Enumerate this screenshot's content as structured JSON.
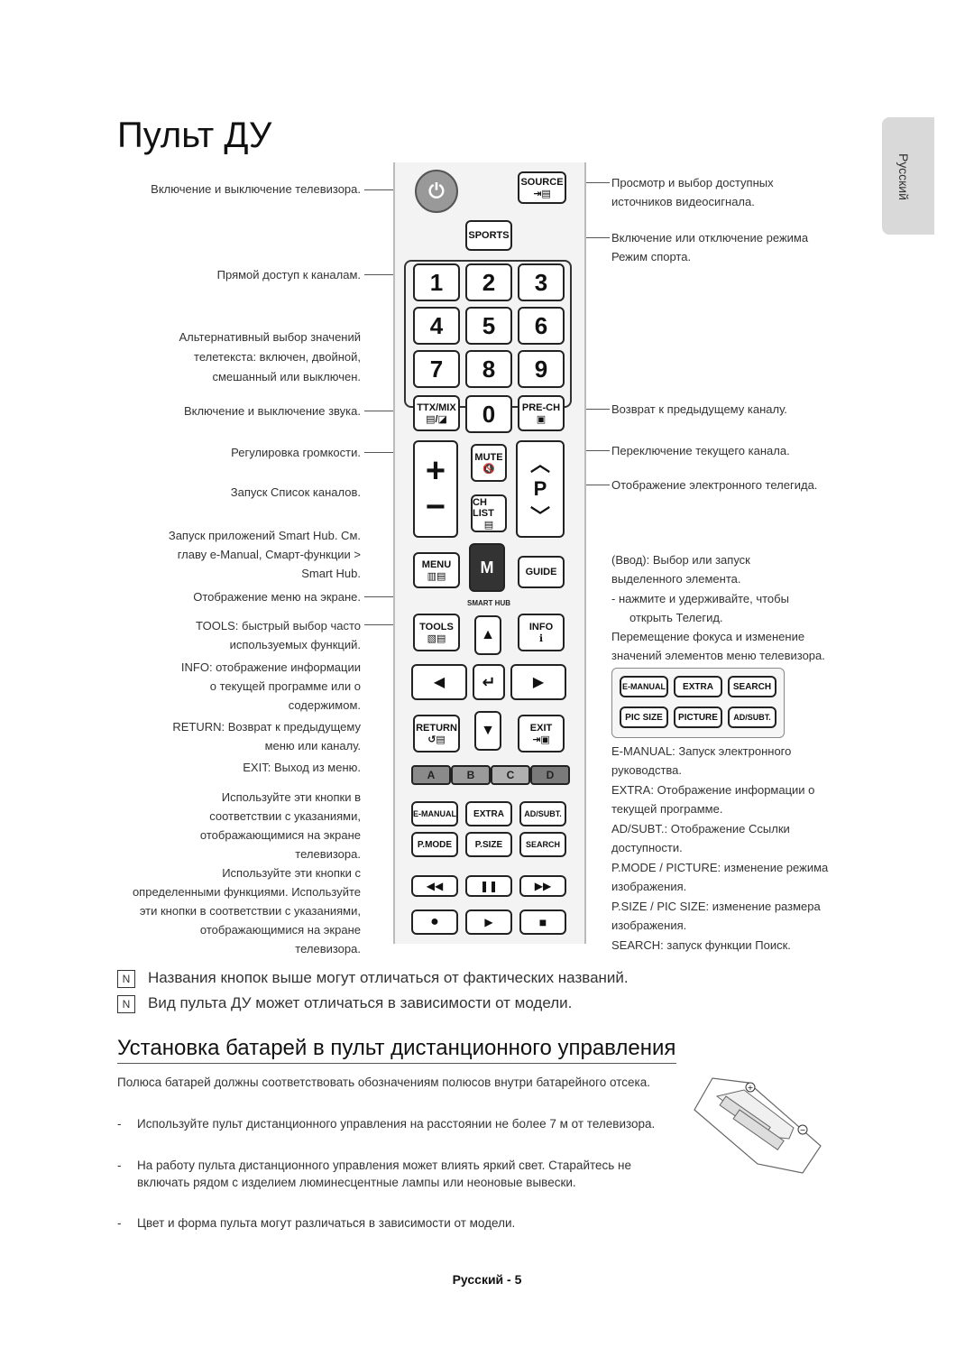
{
  "page_title": "Пульт ДУ",
  "side_tab": "Русский",
  "left_labels": [
    "Включение и выключение телевизора.",
    "Прямой доступ к каналам.",
    "Альтернативный выбор значений",
    "телетекста: включен, двойной,",
    "смешанный или выключен.",
    "Включение и выключение звука.",
    "Регулировка громкости.",
    "Запуск Список каналов.",
    "Запуск приложений Smart Hub. См.",
    "главу e-Manual, Смарт-функции >",
    "Smart Hub.",
    "Отображение меню на экране.",
    "TOOLS: быстрый выбор часто",
    "используемых функций.",
    "INFO: отображение информации",
    "о текущей программе или о",
    "содержимом.",
    "RETURN: Возврат к предыдущему",
    "меню или каналу.",
    "EXIT: Выход из меню.",
    "Используйте эти кнопки в",
    "соответствии с указаниями,",
    "отображающимися на экране",
    "телевизора.",
    "Используйте эти кнопки с",
    "определенными функциями. Используйте",
    "эти кнопки в соответствии с указаниями,",
    "отображающимися на экране",
    "телевизора."
  ],
  "right_labels": [
    "Просмотр и выбор доступных",
    "источников видеосигнала.",
    "Включение или отключение режима",
    "Режим спорта.",
    "Возврат к предыдущему каналу.",
    "Переключение текущего канала.",
    "Отображение электронного телегида.",
    "(Ввод): Выбор или запуск",
    "выделенного элемента.",
    "- нажмите и удерживайте, чтобы",
    "открыть Телегид.",
    "Перемещение фокуса и изменение",
    "значений элементов меню телевизора.",
    "E-MANUAL: Запуск электронного",
    "руководства.",
    "EXTRA: Отображение информации о",
    "текущей программе.",
    "AD/SUBT.: Отображение Ссылки",
    "доступности.",
    "P.MODE / PICTURE: изменение режима",
    "изображения.",
    "P.SIZE / PIC SIZE: изменение размера",
    "изображения.",
    "SEARCH: запуск функции Поиск."
  ],
  "remote": {
    "source": "SOURCE",
    "sports": "SPORTS",
    "digits": [
      "1",
      "2",
      "3",
      "4",
      "5",
      "6",
      "7",
      "8",
      "9"
    ],
    "ttx": "TTX/MIX",
    "zero": "0",
    "prech": "PRE-CH",
    "mute": "MUTE",
    "chlist": "CH LIST",
    "p": "P",
    "menu": "MENU",
    "guide": "GUIDE",
    "smarthub": "SMART HUB",
    "tools": "TOOLS",
    "info": "INFO",
    "return": "RETURN",
    "exit": "EXIT",
    "colors": [
      "A",
      "B",
      "C",
      "D"
    ],
    "func_row1": [
      "E-MANUAL",
      "EXTRA",
      "AD/SUBT."
    ],
    "func_row2": [
      "P.MODE",
      "P.SIZE",
      "SEARCH"
    ],
    "inset_row1": [
      "E-MANUAL",
      "EXTRA",
      "SEARCH"
    ],
    "inset_row2": [
      "PIC SIZE",
      "PICTURE",
      "AD/SUBT."
    ]
  },
  "notes": [
    "Названия кнопок выше могут отличаться от фактических названий.",
    "Вид пульта ДУ может отличаться в зависимости от модели."
  ],
  "section_title": "Установка батарей в пульт дистанционного управления",
  "battery_intro": "Полюса батарей должны соответствовать обозначениям полюсов внутри батарейного отсека.",
  "battery_bullets": [
    "Используйте пульт дистанционного управления на расстоянии не более 7 м от телевизора.",
    "На работу пульта дистанционного управления может влиять яркий свет. Старайтесь не включать рядом с изделием люминесцентные лампы или неоновые вывески.",
    "Цвет и форма пульта могут различаться в зависимости от модели."
  ],
  "footer": "Русский - 5",
  "colors": {
    "color_buttons": [
      "#8a8a8a",
      "#9a9a9a",
      "#b0b0b0",
      "#7a7a7a"
    ]
  }
}
